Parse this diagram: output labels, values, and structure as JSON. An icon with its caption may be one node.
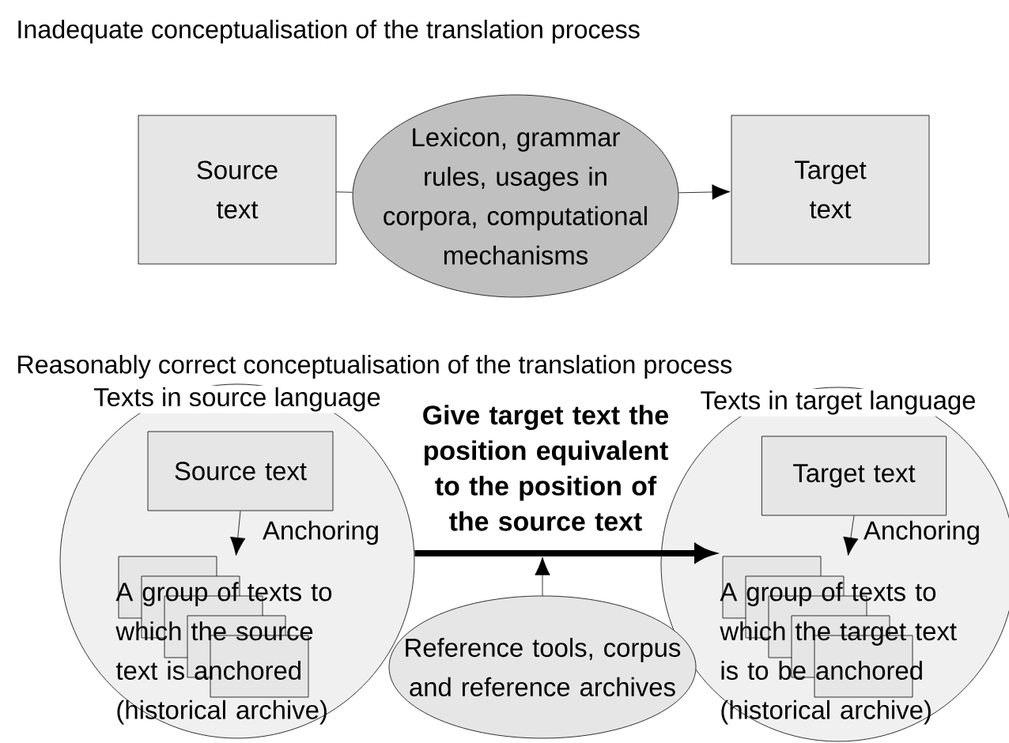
{
  "diagram": {
    "nodes": [
      {
        "text": [
          "Source text"
        ]
      },
      {
        "text": [
          "Lexicon, grammar rules, usages in corpora, computational mechanisms"
        ]
      },
      {
        "text": [
          "Target text"
        ]
      },
      {
        "text": [
          "Texts in source language"
        ]
      },
      {
        "text": [
          "Source text"
        ],
        "in": 3
      },
      {
        "text": [
          "A group of texts to which the source text is anchored (historical archive)"
        ],
        "in": 3
      },
      {
        "text": [
          "Texts in target language"
        ]
      },
      {
        "text": [
          "Target text"
        ],
        "in": 6
      },
      {
        "text": [
          "A group of texts to which the target text is to be anchored (historical archive)"
        ],
        "in": 6
      },
      {
        "text": [
          "Reference tools, corpus and reference archives"
        ]
      }
    ],
    "edges": [
      {
        "from": 0,
        "to": 1,
        "arrow": "none"
      },
      {
        "from": 1,
        "to": 2,
        "arrow": "to"
      },
      {
        "from": 4,
        "to": 5,
        "arrow": "to",
        "label": "Anchoring"
      },
      {
        "from": 3,
        "to": 8,
        "arrow": "to",
        "label": "Give target text the position equivalent to the position of the source text",
        "style": "thick"
      },
      {
        "from": 7,
        "to": 8,
        "arrow": "to",
        "label": "Anchoring"
      },
      {
        "from": 9,
        "to": null,
        "arrow": "to"
      }
    ],
    "labels": [
      "Inadequate conceptualisation of the translation process",
      "Reasonably correct conceptualisation of the translation process"
    ]
  }
}
